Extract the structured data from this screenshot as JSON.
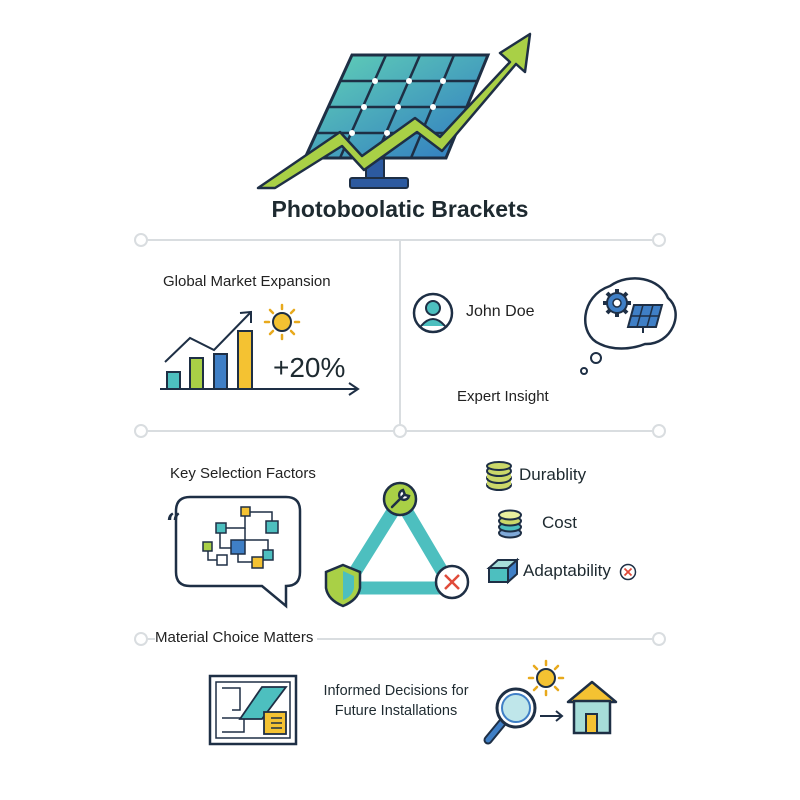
{
  "title": "Photoboolatic Brackets",
  "market": {
    "heading": "Global Market Expansion",
    "growth": "+20%",
    "icons": [
      "bar-chart-icon",
      "sun-icon"
    ]
  },
  "expert": {
    "name": "John Doe",
    "caption": "Expert Insight",
    "icons": [
      "user-avatar-icon",
      "gear-icon",
      "solar-panel-icon"
    ]
  },
  "factors": {
    "heading": "Key Selection Factors",
    "items": [
      {
        "label": "Durablity",
        "icon": "database-stack-icon"
      },
      {
        "label": "Cost",
        "icon": "coin-stack-icon"
      },
      {
        "label": "Adaptability",
        "icon": "beam-icon"
      }
    ]
  },
  "material": {
    "heading": "Material Choice Matters"
  },
  "decisions": {
    "line1": "Informed Decisions for",
    "line2": "Future Installations",
    "icons": [
      "blueprint-icon",
      "magnifier-icon",
      "sun-icon",
      "arrow-right-icon",
      "house-icon"
    ]
  },
  "colors": {
    "teal": "#4dbfbf",
    "lime": "#a9d046",
    "blue": "#3f7fc6",
    "yellow": "#f4c232",
    "dark": "#1f3b56",
    "line": "#d9dde0"
  }
}
